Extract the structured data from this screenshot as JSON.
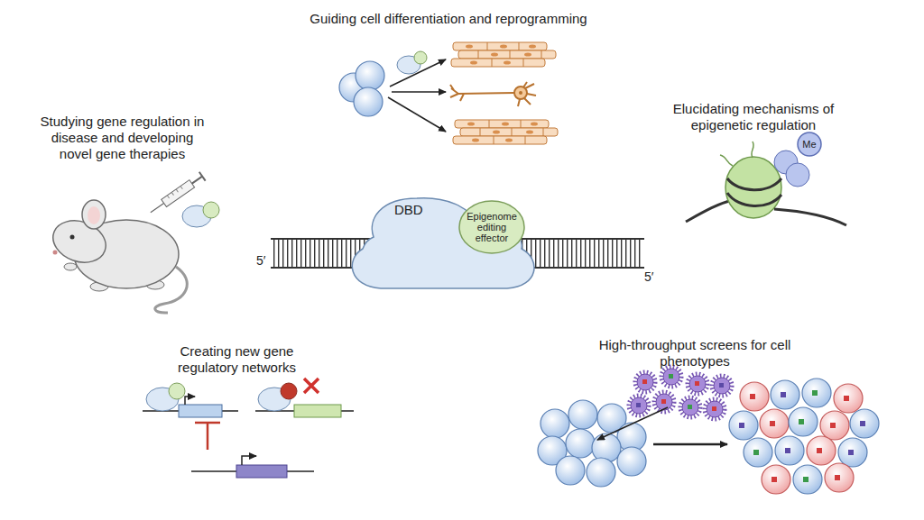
{
  "diagram": {
    "nodes": [
      {
        "text": [
          "DBD"
        ]
      },
      {
        "text": [
          "Epigenome editing effector"
        ],
        "in": 0
      },
      {
        "text": [
          "Me"
        ]
      }
    ],
    "labels": [
      "Guiding cell differentiation and reprogramming",
      "Studying gene regulation in disease and developing novel gene therapies",
      "Elucidating mechanisms of epigenetic regulation",
      "5′",
      "5′",
      "Creating new gene regulatory networks",
      "High-throughput screens for cell phenotypes"
    ]
  }
}
